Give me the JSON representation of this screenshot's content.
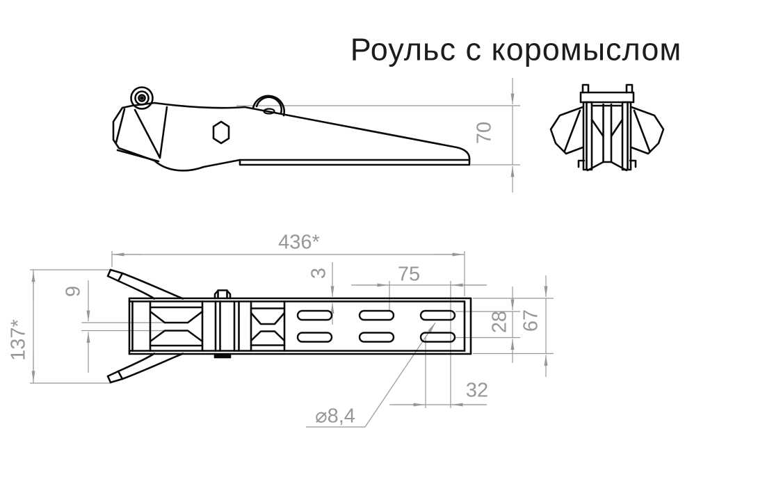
{
  "title": "Роульс с коромыслом",
  "colors": {
    "outline": "#0a0a0a",
    "dimension": "#979797",
    "background": "#ffffff"
  },
  "dimensions": {
    "body_height": "70",
    "overall_length": "436*",
    "overall_width": "137*",
    "roller_waist_gap": "9",
    "rail_thickness": "3",
    "slot_pitch": "75",
    "slot_row_spacing": "28",
    "channel_width": "67",
    "slot_length": "32",
    "hole_diameter": "⌀8,4"
  }
}
